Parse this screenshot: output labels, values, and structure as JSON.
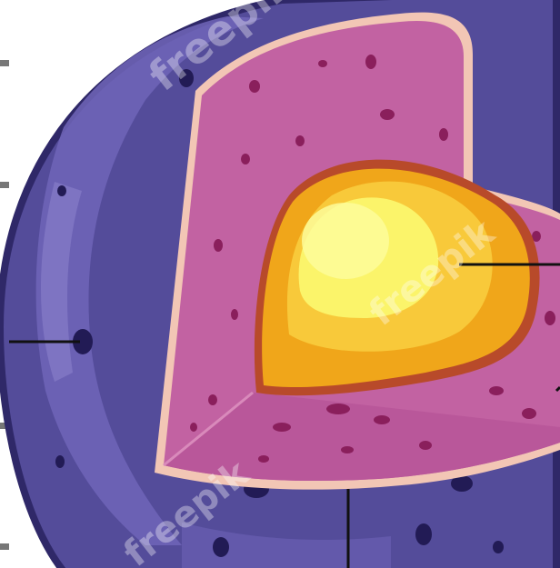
{
  "figure": {
    "subject": "cut-away cross-section of a sphere with layered interior",
    "regions": [
      {
        "id": "outer-shell",
        "color": "#544c9a"
      },
      {
        "id": "middle-layer",
        "color": "#c262a2"
      },
      {
        "id": "middle-layer-rim",
        "color": "#f0c2b2"
      },
      {
        "id": "inner-core-outer",
        "color": "#f0a61a"
      },
      {
        "id": "inner-core-center",
        "color": "#fbf46a"
      }
    ],
    "label_lines": [
      "outer-shell-pointer",
      "inner-core-pointer",
      "middle-layer-pointer",
      "right-layer-pointer"
    ]
  },
  "watermark": {
    "texts": [
      "freepik",
      "freepik",
      "freepik"
    ]
  },
  "colors": {
    "background": "#ffffff",
    "pointer_line": "#111111",
    "edge_tick": "#777777"
  }
}
